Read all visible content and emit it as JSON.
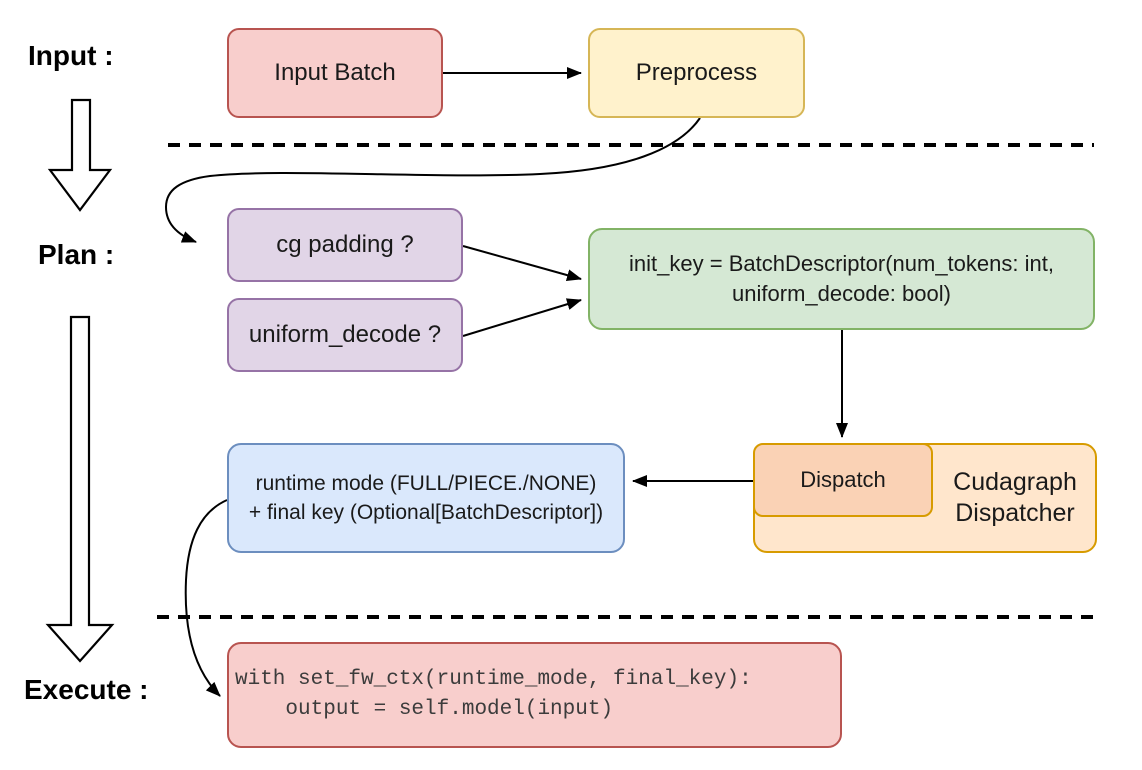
{
  "diagram": {
    "stages": {
      "input_label": "Input :",
      "plan_label": "Plan :",
      "execute_label": "Execute :"
    },
    "nodes": {
      "input_batch": {
        "label": "Input Batch",
        "fill": "#F8CECC",
        "stroke": "#B85450"
      },
      "preprocess": {
        "label": "Preprocess",
        "fill": "#FFF2CC",
        "stroke": "#D6B656"
      },
      "cg_padding": {
        "label": "cg padding ?",
        "fill": "#E1D5E7",
        "stroke": "#9673A6"
      },
      "uniform_decode": {
        "label": "uniform_decode ?",
        "fill": "#E1D5E7",
        "stroke": "#9673A6"
      },
      "init_key": {
        "line1": "init_key = BatchDescriptor(num_tokens: int,",
        "line2": "uniform_decode: bool)",
        "fill": "#D5E8D4",
        "stroke": "#82B366"
      },
      "dispatch": {
        "label": "Dispatch",
        "fill": "#FAD2B5",
        "stroke": "#D79B00"
      },
      "cudagraph_dispatcher": {
        "label": "Cudagraph Dispatcher",
        "fill": "#FFE6CC",
        "stroke": "#D79B00"
      },
      "runtime_mode": {
        "line1": "runtime mode (FULL/PIECE./NONE)",
        "line2": "+ final key (Optional[BatchDescriptor])",
        "fill": "#DAE8FC",
        "stroke": "#6C8EBF"
      },
      "execute_code": {
        "line1": "with set_fw_ctx(runtime_mode, final_key):",
        "line2": "    output = self.model(input)",
        "fill": "#F8CECC",
        "stroke": "#B85450"
      }
    }
  }
}
